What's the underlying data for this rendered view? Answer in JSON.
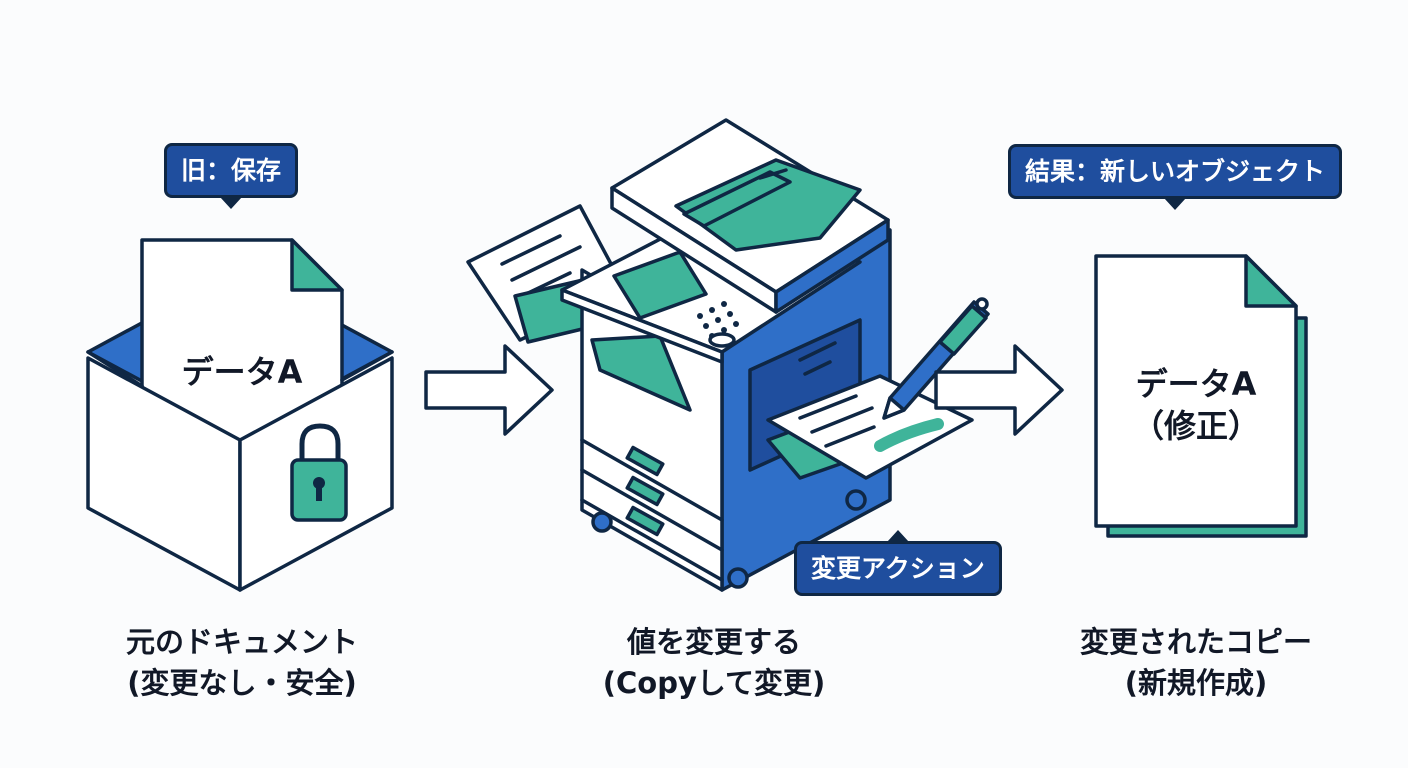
{
  "badges": {
    "old": "旧：保存",
    "result": "結果：新しいオブジェクト",
    "action": "変更アクション"
  },
  "documents": {
    "original": "データA",
    "modified_title": "データA",
    "modified_sub": "（修正）"
  },
  "captions": {
    "left": [
      "元のドキュメント",
      "(変更なし・安全)"
    ],
    "middle": [
      "値を変更する",
      "(Copyして変更)"
    ],
    "right": [
      "変更されたコピー",
      "(新規作成)"
    ]
  },
  "colors": {
    "blue": "#2f6fc8",
    "dark_blue": "#1f4e9e",
    "teal": "#3fb49a",
    "outline": "#0f2744",
    "white": "#ffffff"
  },
  "icons": [
    "padlock-icon",
    "pen-icon",
    "arrow-right-icon",
    "document-icon",
    "box-icon",
    "copier-icon"
  ]
}
